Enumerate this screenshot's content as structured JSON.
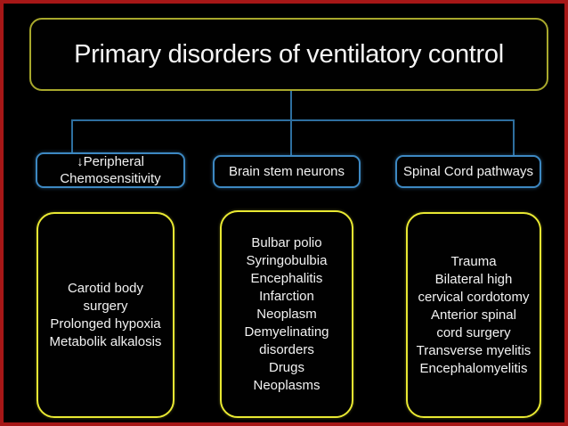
{
  "frame": {
    "background_color": "#000000",
    "border_color": "#a61717"
  },
  "connector_color": "#2e6f9f",
  "title": {
    "text": "Primary disorders of ventilatory control",
    "border_color": "#a8a82c"
  },
  "branches": [
    {
      "label": "↓Peripheral Chemosensitivity",
      "border_color": "#3d88c2"
    },
    {
      "label": "Brain stem neurons",
      "border_color": "#3d88c2"
    },
    {
      "label": "Spinal Cord pathways",
      "border_color": "#3d88c2"
    }
  ],
  "detail_boxes": [
    {
      "border_color": "#e8e832",
      "lines": [
        "Carotid body",
        "surgery",
        "Prolonged hypoxia",
        "Metabolik alkalosis"
      ]
    },
    {
      "border_color": "#e8e832",
      "lines": [
        "Bulbar polio",
        "Syringobulbia",
        "Encephalitis",
        "Infarction",
        "Neoplasm",
        "Demyelinating",
        "disorders",
        "Drugs",
        "Neoplasms"
      ]
    },
    {
      "border_color": "#e8e832",
      "lines": [
        "Trauma",
        "Bilateral high",
        "cervical cordotomy",
        "Anterior spinal",
        "cord surgery",
        "Transverse myelitis",
        "Encephalomyelitis"
      ]
    }
  ]
}
